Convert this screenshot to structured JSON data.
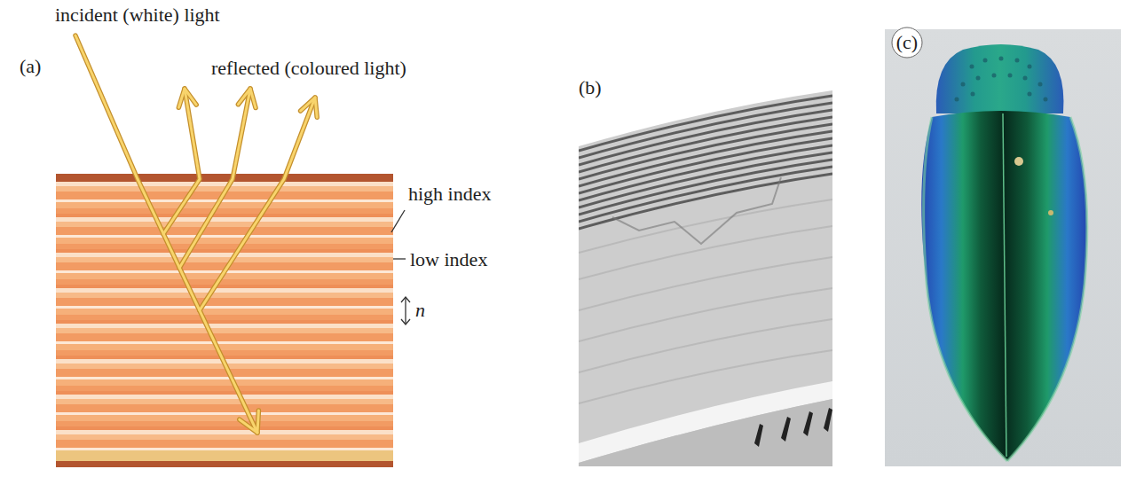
{
  "diagram": {
    "labels": [
      "(a)",
      "incident (white) light",
      "reflected (coloured light)",
      "high index",
      "low index",
      "n",
      "(b)",
      "(c)"
    ]
  }
}
